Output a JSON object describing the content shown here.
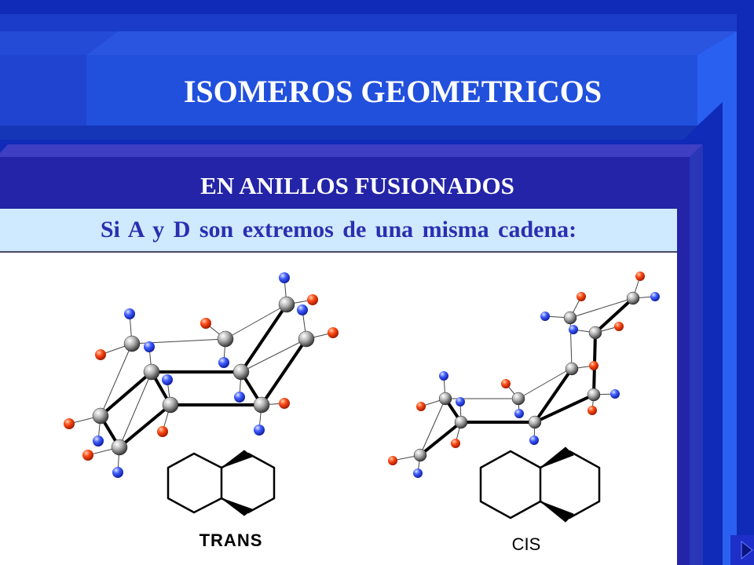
{
  "slide": {
    "title": "ISOMEROS GEOMETRICOS",
    "subtitle": "EN ANILLOS FUSIONADOS",
    "statement": "Si A y D son extremos de una misma cadena:"
  },
  "figures": {
    "trans_label": "TRANS",
    "cis_label": "CIS"
  },
  "colors": {
    "background": "#0f2bb8",
    "title_panel": "#2150dc",
    "subtitle_panel": "#2424a8",
    "statement_band": "#cfeaff",
    "statement_text": "#2a2fb0",
    "carbon_atom": "#8a8a8a",
    "hydrogen_atom": "#2d46f0",
    "oxygen_atom": "#e63a12"
  }
}
